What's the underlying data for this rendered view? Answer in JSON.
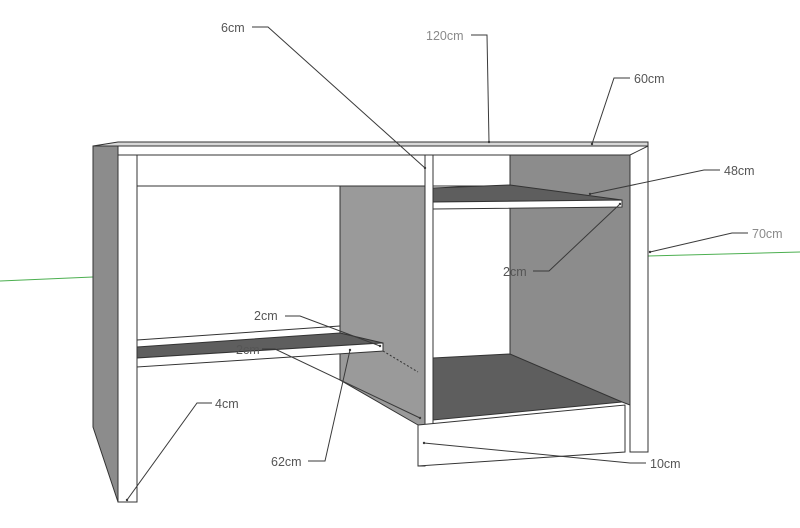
{
  "labels": {
    "top_thickness": "6cm",
    "width": "120cm",
    "depth": "60cm",
    "shelf_depth": "48cm",
    "shelf_thickness": "2cm",
    "height": "70cm",
    "keyboard_tray_thickness": "2cm",
    "keyboard_tray_inner": "2cm",
    "side_panel_thickness": "4cm",
    "tray_depth": "62cm",
    "plinth_height": "10cm"
  },
  "colors": {
    "dim_line": "#3a3a3a",
    "label_text": "#555555",
    "label_text_grey": "#8a8a8a",
    "axis_green": "#4caf50",
    "panel_light": "#ffffff",
    "panel_side": "#8c8c8c",
    "panel_dark": "#5e5e5e",
    "panel_inner_side": "#9a9a9a",
    "edge": "#333333"
  }
}
